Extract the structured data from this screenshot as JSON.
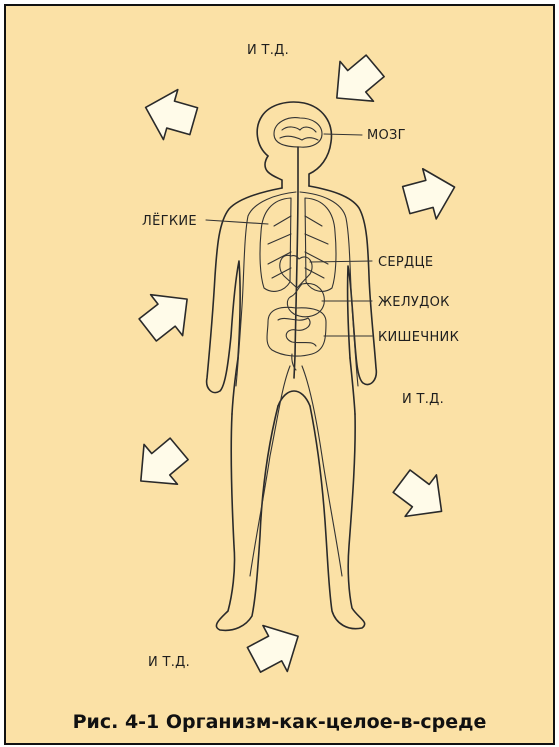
{
  "labels": {
    "etc_top": "И Т.Д.",
    "etc_right": "И Т.Д.",
    "etc_bottom": "И Т.Д.",
    "brain": "МОЗГ",
    "lungs": "ЛЁГКИЕ",
    "heart": "СЕРДЦЕ",
    "stomach": "ЖЕЛУДОК",
    "intestine": "КИШЕЧНИК"
  },
  "caption": "Рис. 4-1 Организм-как-целое-в-среде",
  "colors": {
    "background": "#fbe1a6",
    "ink": "#2a2a2a",
    "arrow_fill": "#fffbe9"
  }
}
